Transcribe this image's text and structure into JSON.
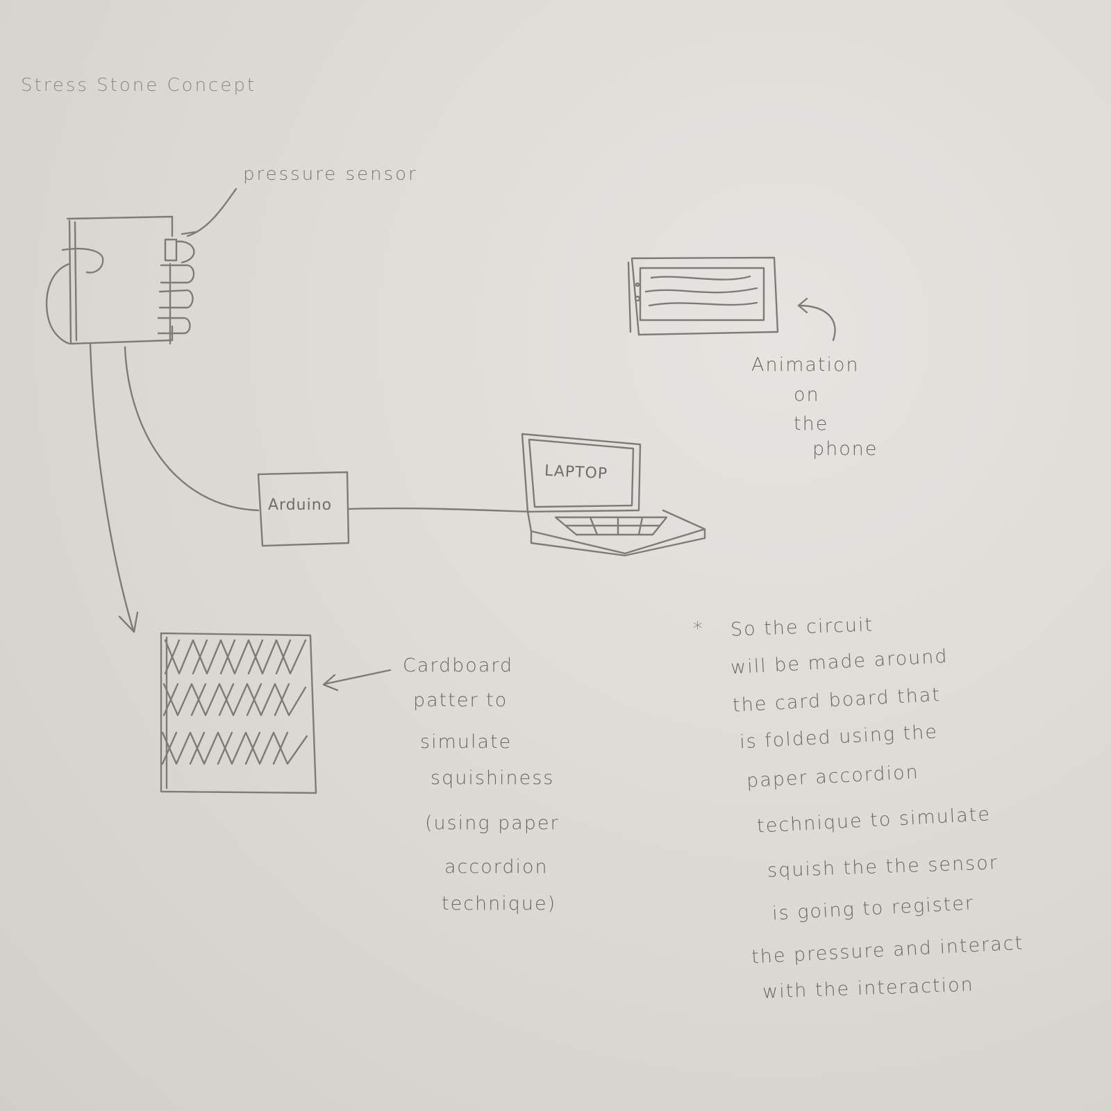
{
  "title": "Stress Stone Concept",
  "labels": {
    "pressure_sensor": "pressure sensor",
    "arduino": "Arduino",
    "laptop": "LAPTOP"
  },
  "phone_note": {
    "lines": [
      "Animation",
      "on",
      "the",
      "phone"
    ]
  },
  "cardboard_note": {
    "lines": [
      "Cardboard",
      "patter to",
      "simulate",
      "squishiness",
      "(using paper",
      "accordion",
      "technique)"
    ]
  },
  "circuit_note": {
    "bullet": "*",
    "lines": [
      "So the circuit",
      "will be made around",
      "the card board that",
      "is folded using the",
      "paper accordion",
      "technique to simulate",
      "squish the the sensor",
      "is going to register",
      "the pressure and interact",
      "with the interaction"
    ]
  },
  "colors": {
    "paper": "#dcd9d4",
    "pencil": "#7d7b78"
  }
}
